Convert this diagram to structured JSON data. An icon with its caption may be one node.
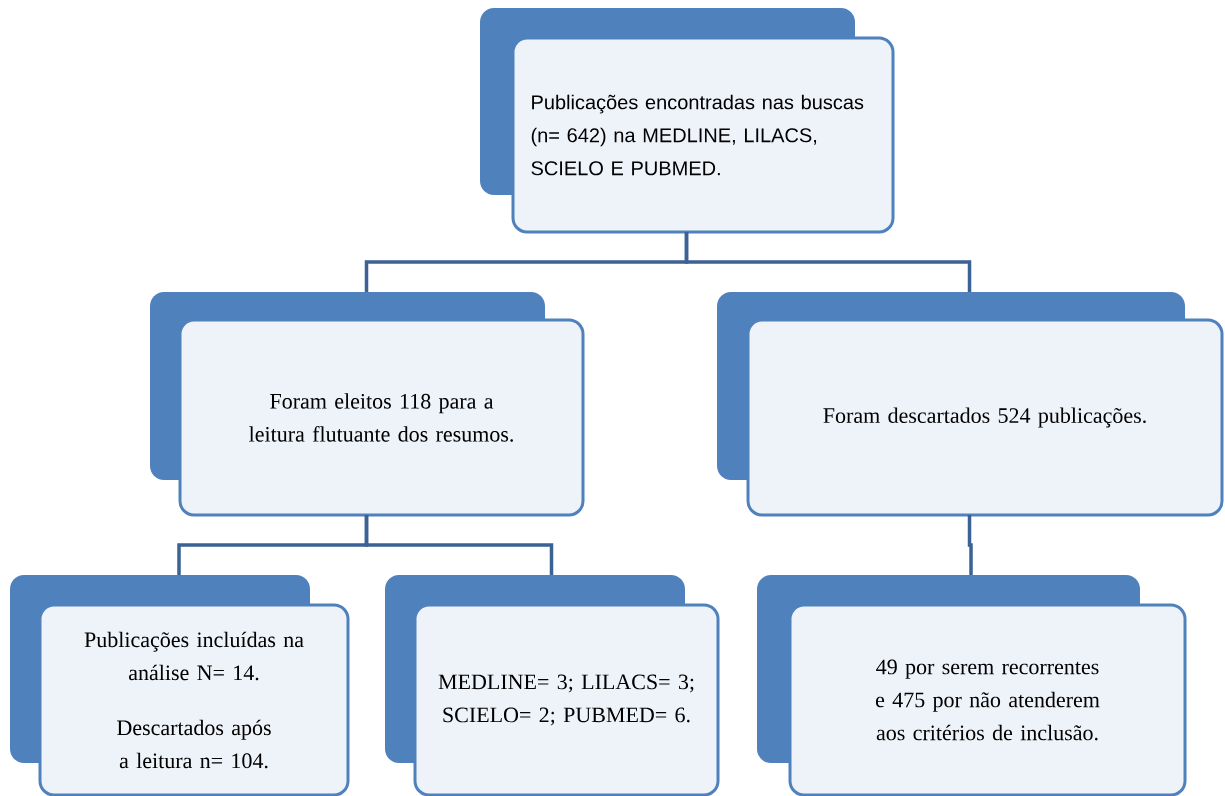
{
  "diagram": {
    "nodes": [
      {
        "text": [
          "Publicações encontradas nas buscas (n= 642) na MEDLINE, LILACS, SCIELO E PUBMED."
        ]
      },
      {
        "text": [
          "Foram eleitos 118 para a leitura flutuante dos resumos."
        ]
      },
      {
        "text": [
          "Foram descartados 524 publicações."
        ]
      },
      {
        "text": [
          "Publicações incluídas na análise N= 14.",
          "Descartados após a leitura n= 104."
        ]
      },
      {
        "text": [
          "MEDLINE= 3; LILACS= 3; SCIELO= 2; PUBMED= 6."
        ]
      },
      {
        "text": [
          "49 por serem recorrentes e 475 por não atenderem aos critérios de inclusão."
        ]
      }
    ],
    "edges": [
      {
        "from": 0,
        "to": 1,
        "arrow": "none"
      },
      {
        "from": 0,
        "to": 2,
        "arrow": "none"
      },
      {
        "from": 1,
        "to": 3,
        "arrow": "none"
      },
      {
        "from": 1,
        "to": 4,
        "arrow": "none"
      },
      {
        "from": 2,
        "to": 5,
        "arrow": "none"
      }
    ]
  }
}
